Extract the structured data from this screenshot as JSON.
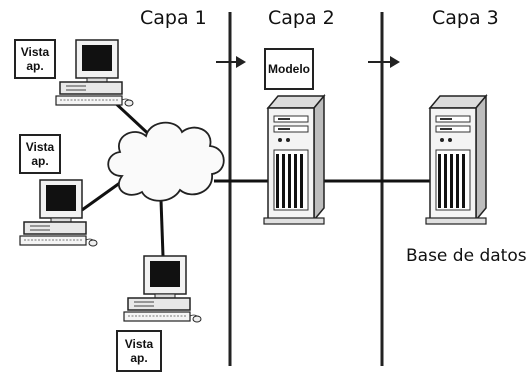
{
  "layers": [
    {
      "label": "Capa 1"
    },
    {
      "label": "Capa 2"
    },
    {
      "label": "Capa 3"
    }
  ],
  "clients": [
    {
      "label_line1": "Vista",
      "label_line2": "ap."
    },
    {
      "label_line1": "Vista",
      "label_line2": "ap."
    },
    {
      "label_line1": "Vista",
      "label_line2": "ap."
    }
  ],
  "model": {
    "label": "Modelo"
  },
  "database": {
    "label": "Base de datos"
  },
  "icons": {
    "client": "desktop-computer-icon",
    "network": "cloud-icon",
    "server": "server-tower-icon",
    "arrow": "arrow-right-icon"
  }
}
